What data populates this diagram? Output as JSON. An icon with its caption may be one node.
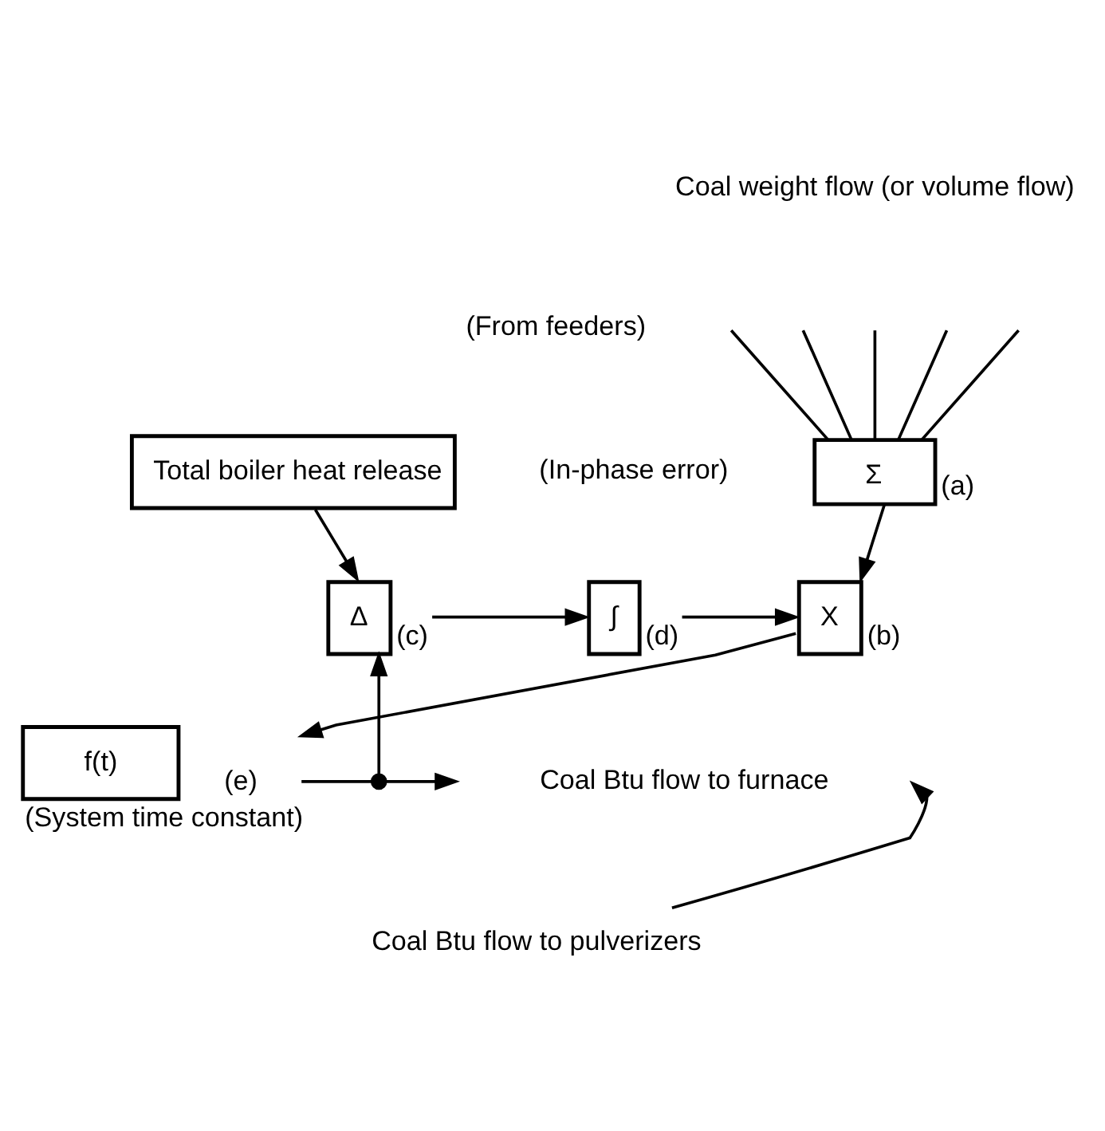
{
  "diagram": {
    "nodes": [
      {
        "text": [
          "Total boiler heat release"
        ]
      },
      {
        "text": [
          "Σ"
        ],
        "beside": [
          "(a)"
        ]
      },
      {
        "text": [
          "Δ"
        ],
        "beside": [
          "(c)"
        ]
      },
      {
        "text": [
          "∫"
        ],
        "beside": [
          "(d)"
        ]
      },
      {
        "text": [
          "X"
        ],
        "beside": [
          "(b)"
        ]
      },
      {
        "text": [
          "f(t)"
        ],
        "beside": [
          "(e)",
          "(System time constant)"
        ]
      },
      {
        "text": [],
        "shape": "circle"
      },
      {
        "text": [
          "Coal Btu flow to pulverizers"
        ]
      }
    ],
    "edges": [
      {
        "from": 0,
        "to": 2,
        "arrow": "to"
      },
      {
        "from": null,
        "to": 1,
        "arrow": "none"
      },
      {
        "from": null,
        "to": 1,
        "arrow": "none"
      },
      {
        "from": null,
        "to": 1,
        "arrow": "none"
      },
      {
        "from": null,
        "to": 1,
        "arrow": "none"
      },
      {
        "from": null,
        "to": 1,
        "arrow": "none"
      },
      {
        "from": 1,
        "to": 4,
        "arrow": "to"
      },
      {
        "from": 2,
        "to": 3,
        "arrow": "to"
      },
      {
        "from": 3,
        "to": 4,
        "arrow": "to"
      },
      {
        "from": 4,
        "to": 5,
        "arrow": "to"
      },
      {
        "from": 5,
        "to": 6,
        "arrow": "none"
      },
      {
        "from": 6,
        "to": 2,
        "arrow": "to"
      },
      {
        "from": 6,
        "to": null,
        "arrow": "to"
      },
      {
        "from": 7,
        "to": null,
        "arrow": "to"
      }
    ],
    "labels": [
      "Coal weight flow (or volume flow)",
      "(From feeders)",
      "(In-phase error)",
      "Coal Btu flow to furnace"
    ]
  }
}
